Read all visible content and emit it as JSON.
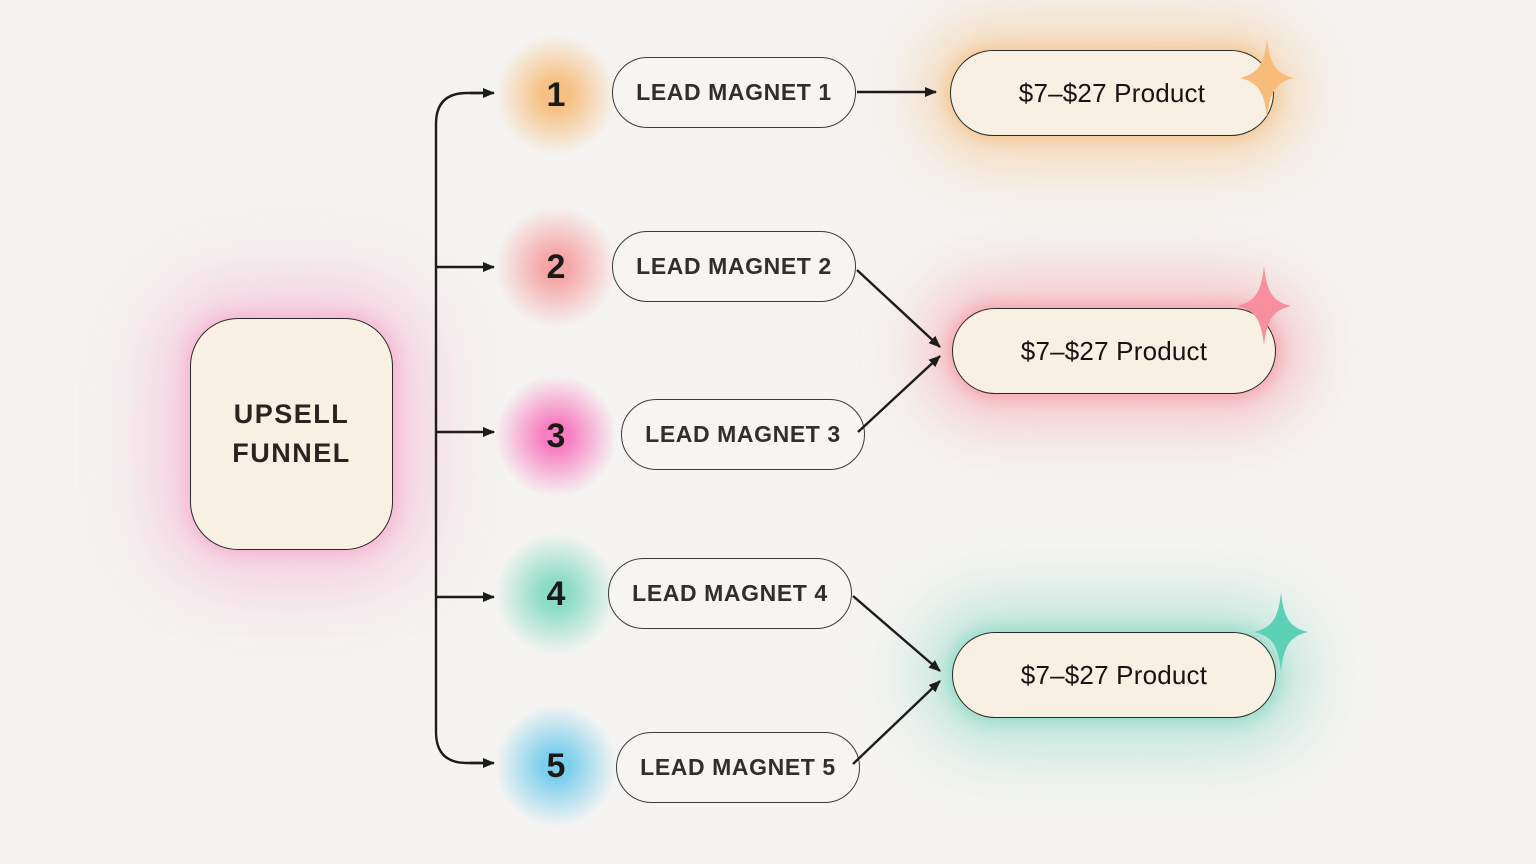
{
  "colors": {
    "background": "#f5f4f2",
    "connector_line": "#1c1c1c",
    "card_fill": "#f8f0e2",
    "pill_fill": "#f6f5f3",
    "dark_text": "#292420"
  },
  "funnel": {
    "line1": "UPSELL",
    "line2": "FUNNEL",
    "glow": "#f7a6cb"
  },
  "branches": [
    {
      "number": "1",
      "label": "LEAD MAGNET 1",
      "glow": "#f6c082"
    },
    {
      "number": "2",
      "label": "LEAD MAGNET 2",
      "glow": "#f5a7a7"
    },
    {
      "number": "3",
      "label": "LEAD MAGNET 3",
      "glow": "#f77fc1"
    },
    {
      "number": "4",
      "label": "LEAD MAGNET 4",
      "glow": "#8bdcc5"
    },
    {
      "number": "5",
      "label": "LEAD MAGNET 5",
      "glow": "#7ccfec"
    }
  ],
  "products": [
    {
      "label": "$7–$27 Product",
      "glow": "#f5c186",
      "sparkle": "#f8bc7a"
    },
    {
      "label": "$7–$27 Product",
      "glow": "#f79aa4",
      "sparkle": "#f78f9e"
    },
    {
      "label": "$7–$27 Product",
      "glow": "#85d8c2",
      "sparkle": "#5dd1b6"
    }
  ]
}
